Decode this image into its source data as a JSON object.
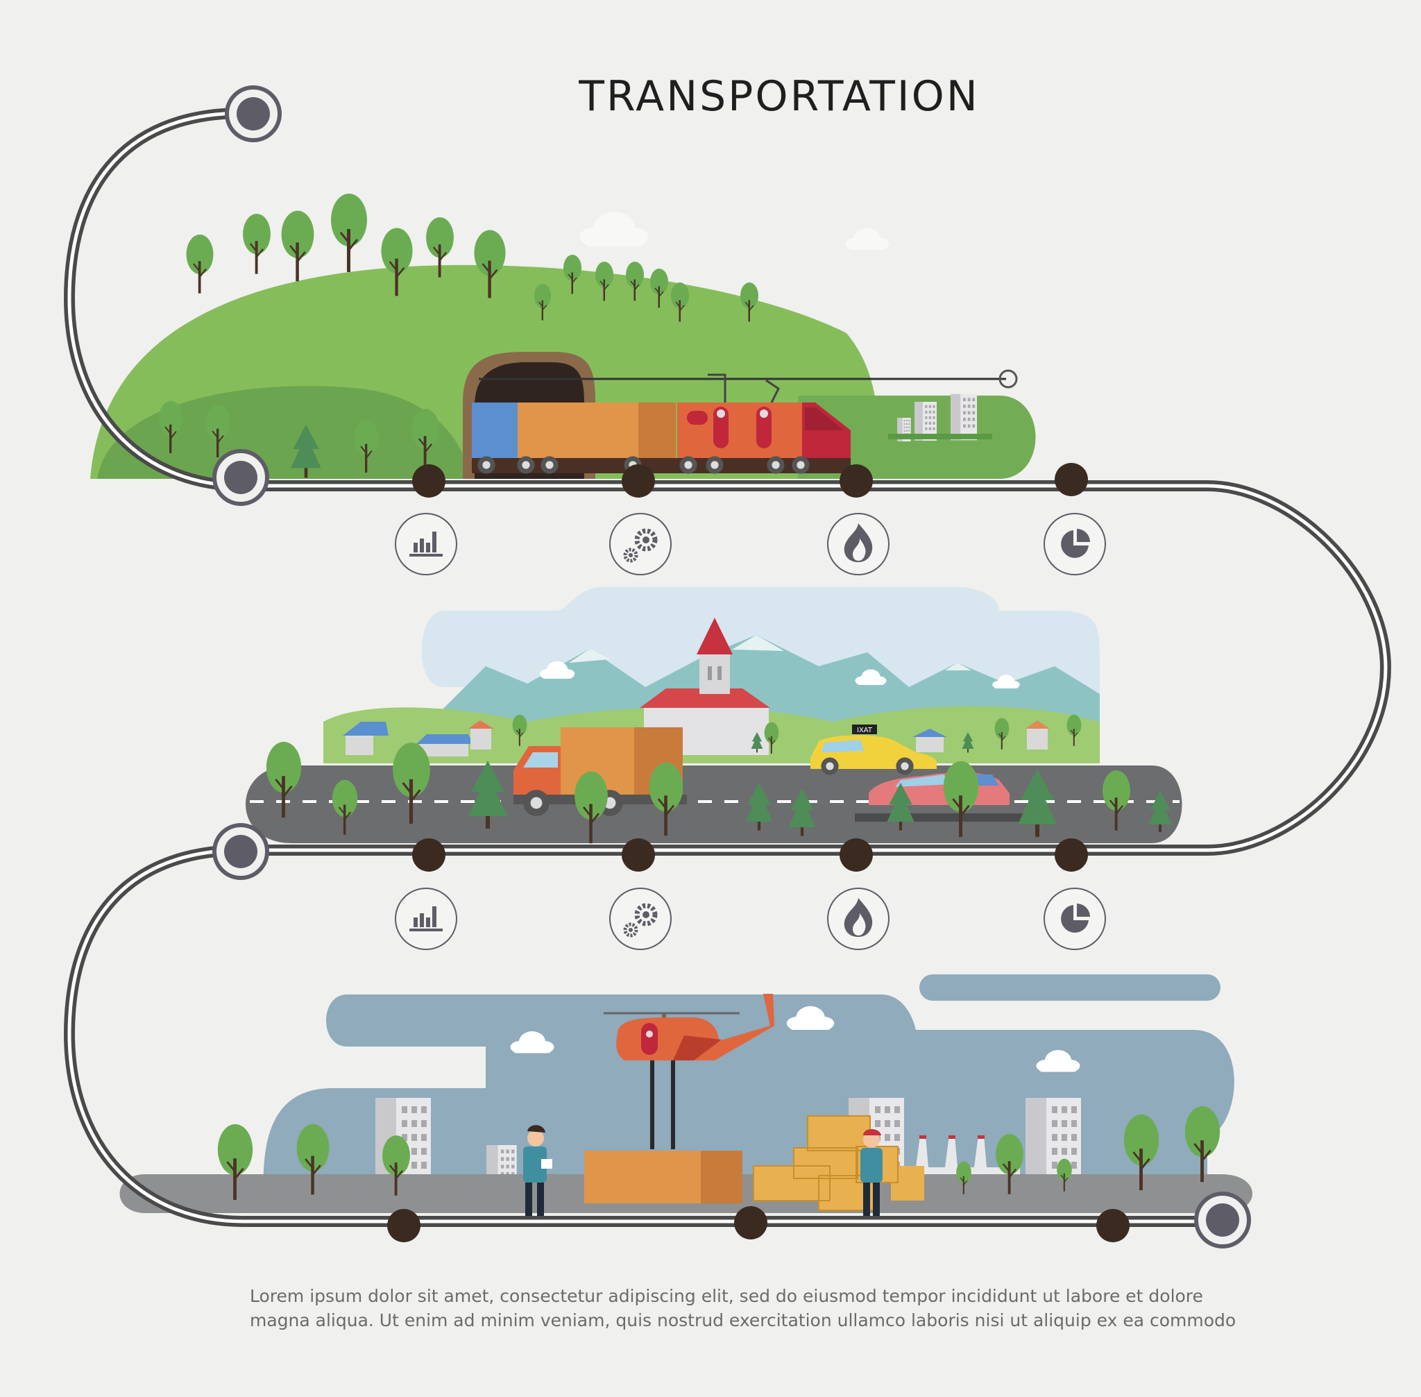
{
  "title": "TRANSPORTATION",
  "description": {
    "line1": "Lorem ipsum dolor sit amet, consectetur adipiscing elit, sed do eiusmod tempor incididunt ut labore et dolore",
    "line2": "magna aliqua. Ut enim ad minim veniam, quis nostrud exercitation ullamco laboris nisi ut aliquip ex ea commodo"
  },
  "sections": [
    {
      "name": "rail",
      "vehicle": "electric-locomotive",
      "icons": [
        "bar-chart-icon",
        "gears-icon",
        "flame-icon",
        "pie-chart-icon"
      ]
    },
    {
      "name": "road",
      "vehicle": "truck",
      "taxi_sign": "IXAT",
      "icons": [
        "bar-chart-icon",
        "gears-icon",
        "flame-icon",
        "pie-chart-icon"
      ]
    },
    {
      "name": "air-cargo",
      "vehicle": "helicopter"
    }
  ],
  "colors": {
    "background": "#f0f0ee",
    "road_line": "#4a4a4a",
    "stop_dot": "#3a2a20",
    "node": "#5e5c66",
    "grass": "#86bd5b",
    "tree": "#6bac53",
    "orange": "#e0954a",
    "red_orange": "#e0663e",
    "asphalt": "#6c6d6f",
    "sky": "#d7e6ef",
    "dusk_sky": "#8fabbc"
  }
}
